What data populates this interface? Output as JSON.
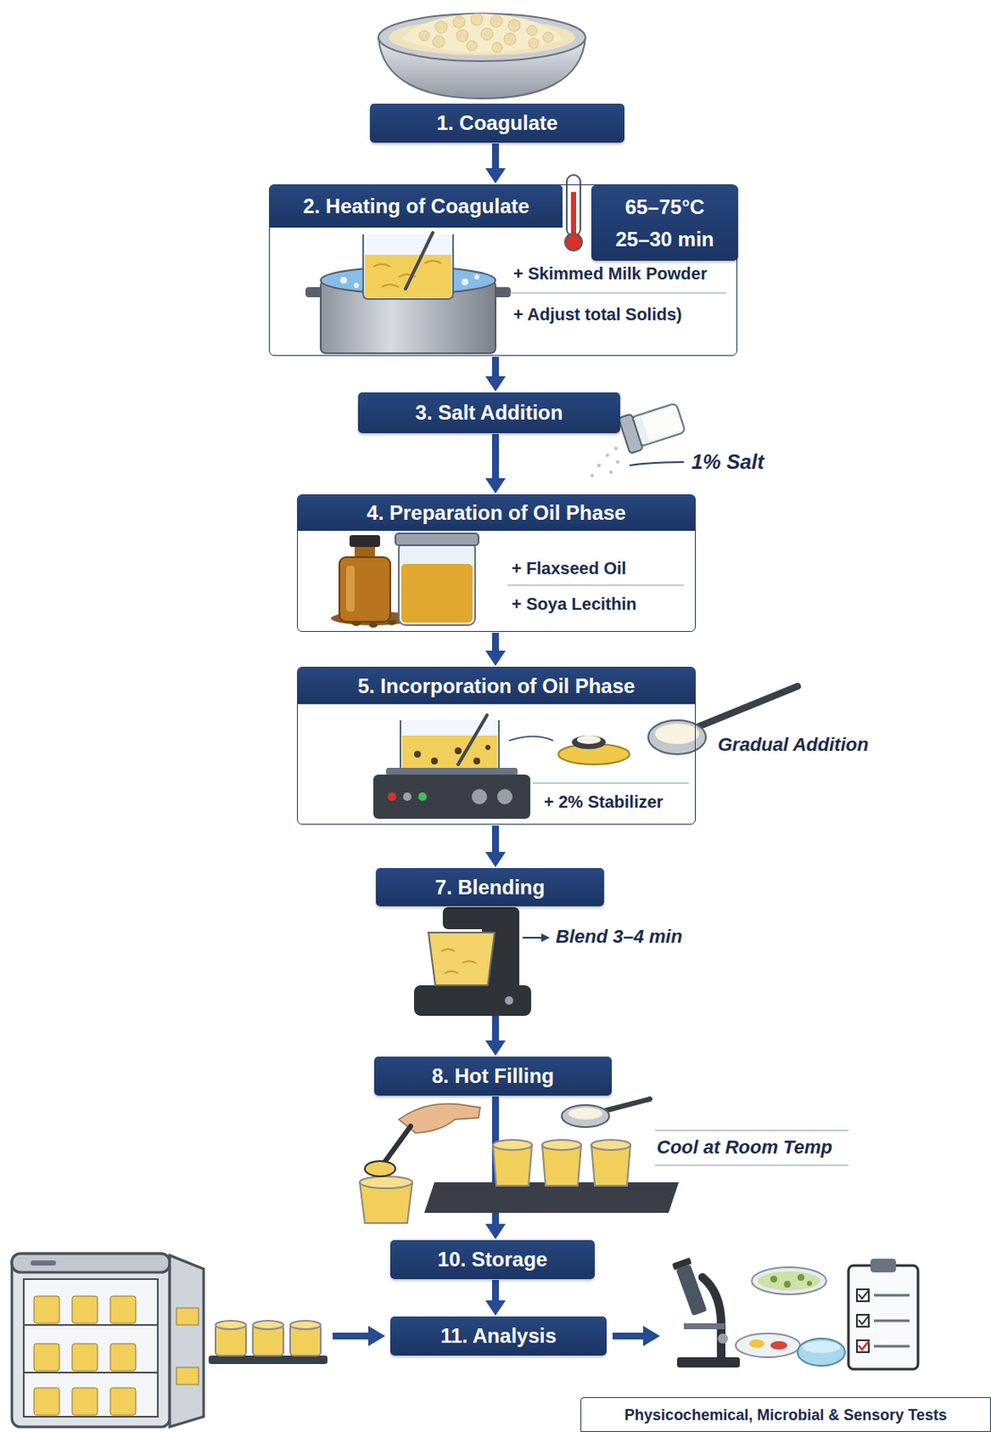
{
  "diagram": {
    "nodes": [
      {
        "text": [
          "1. Coagulate"
        ]
      },
      {
        "text": [
          "2. Heating of Coagulate",
          "+ Skimmed Milk Powder",
          "+ Adjust total Solids)"
        ]
      },
      {
        "text": [
          "65–75°C",
          "25–30 min"
        ],
        "in": 1
      },
      {
        "text": [
          "3. Salt Addition"
        ]
      },
      {
        "text": [
          "4. Preparation of Oil Phase",
          "+ Flaxseed Oil",
          "+ Soya Lecithin"
        ]
      },
      {
        "text": [
          "5. Incorporation of Oil Phase",
          "+ 2% Stabilizer"
        ]
      },
      {
        "text": [
          "7. Blending"
        ]
      },
      {
        "text": [
          "8. Hot Filling"
        ]
      },
      {
        "text": [
          "10. Storage"
        ]
      },
      {
        "text": [
          "11. Analysis"
        ]
      },
      {
        "text": [
          "Physicochemical, Microbial & Sensory Tests"
        ]
      }
    ],
    "edges": [
      {
        "from": 0,
        "to": 1,
        "arrow": "to"
      },
      {
        "from": 1,
        "to": 3,
        "arrow": "to"
      },
      {
        "from": 3,
        "to": 4,
        "arrow": "to"
      },
      {
        "from": 4,
        "to": 5,
        "arrow": "to"
      },
      {
        "from": 5,
        "to": 6,
        "arrow": "to"
      },
      {
        "from": 6,
        "to": 7,
        "arrow": "to"
      },
      {
        "from": 7,
        "to": 8,
        "arrow": "to"
      },
      {
        "from": 8,
        "to": 9,
        "arrow": "to"
      }
    ],
    "labels": [
      "1% Salt",
      "Gradual Addition",
      "Blend 3–4 min",
      "Cool at Room Temp"
    ]
  }
}
